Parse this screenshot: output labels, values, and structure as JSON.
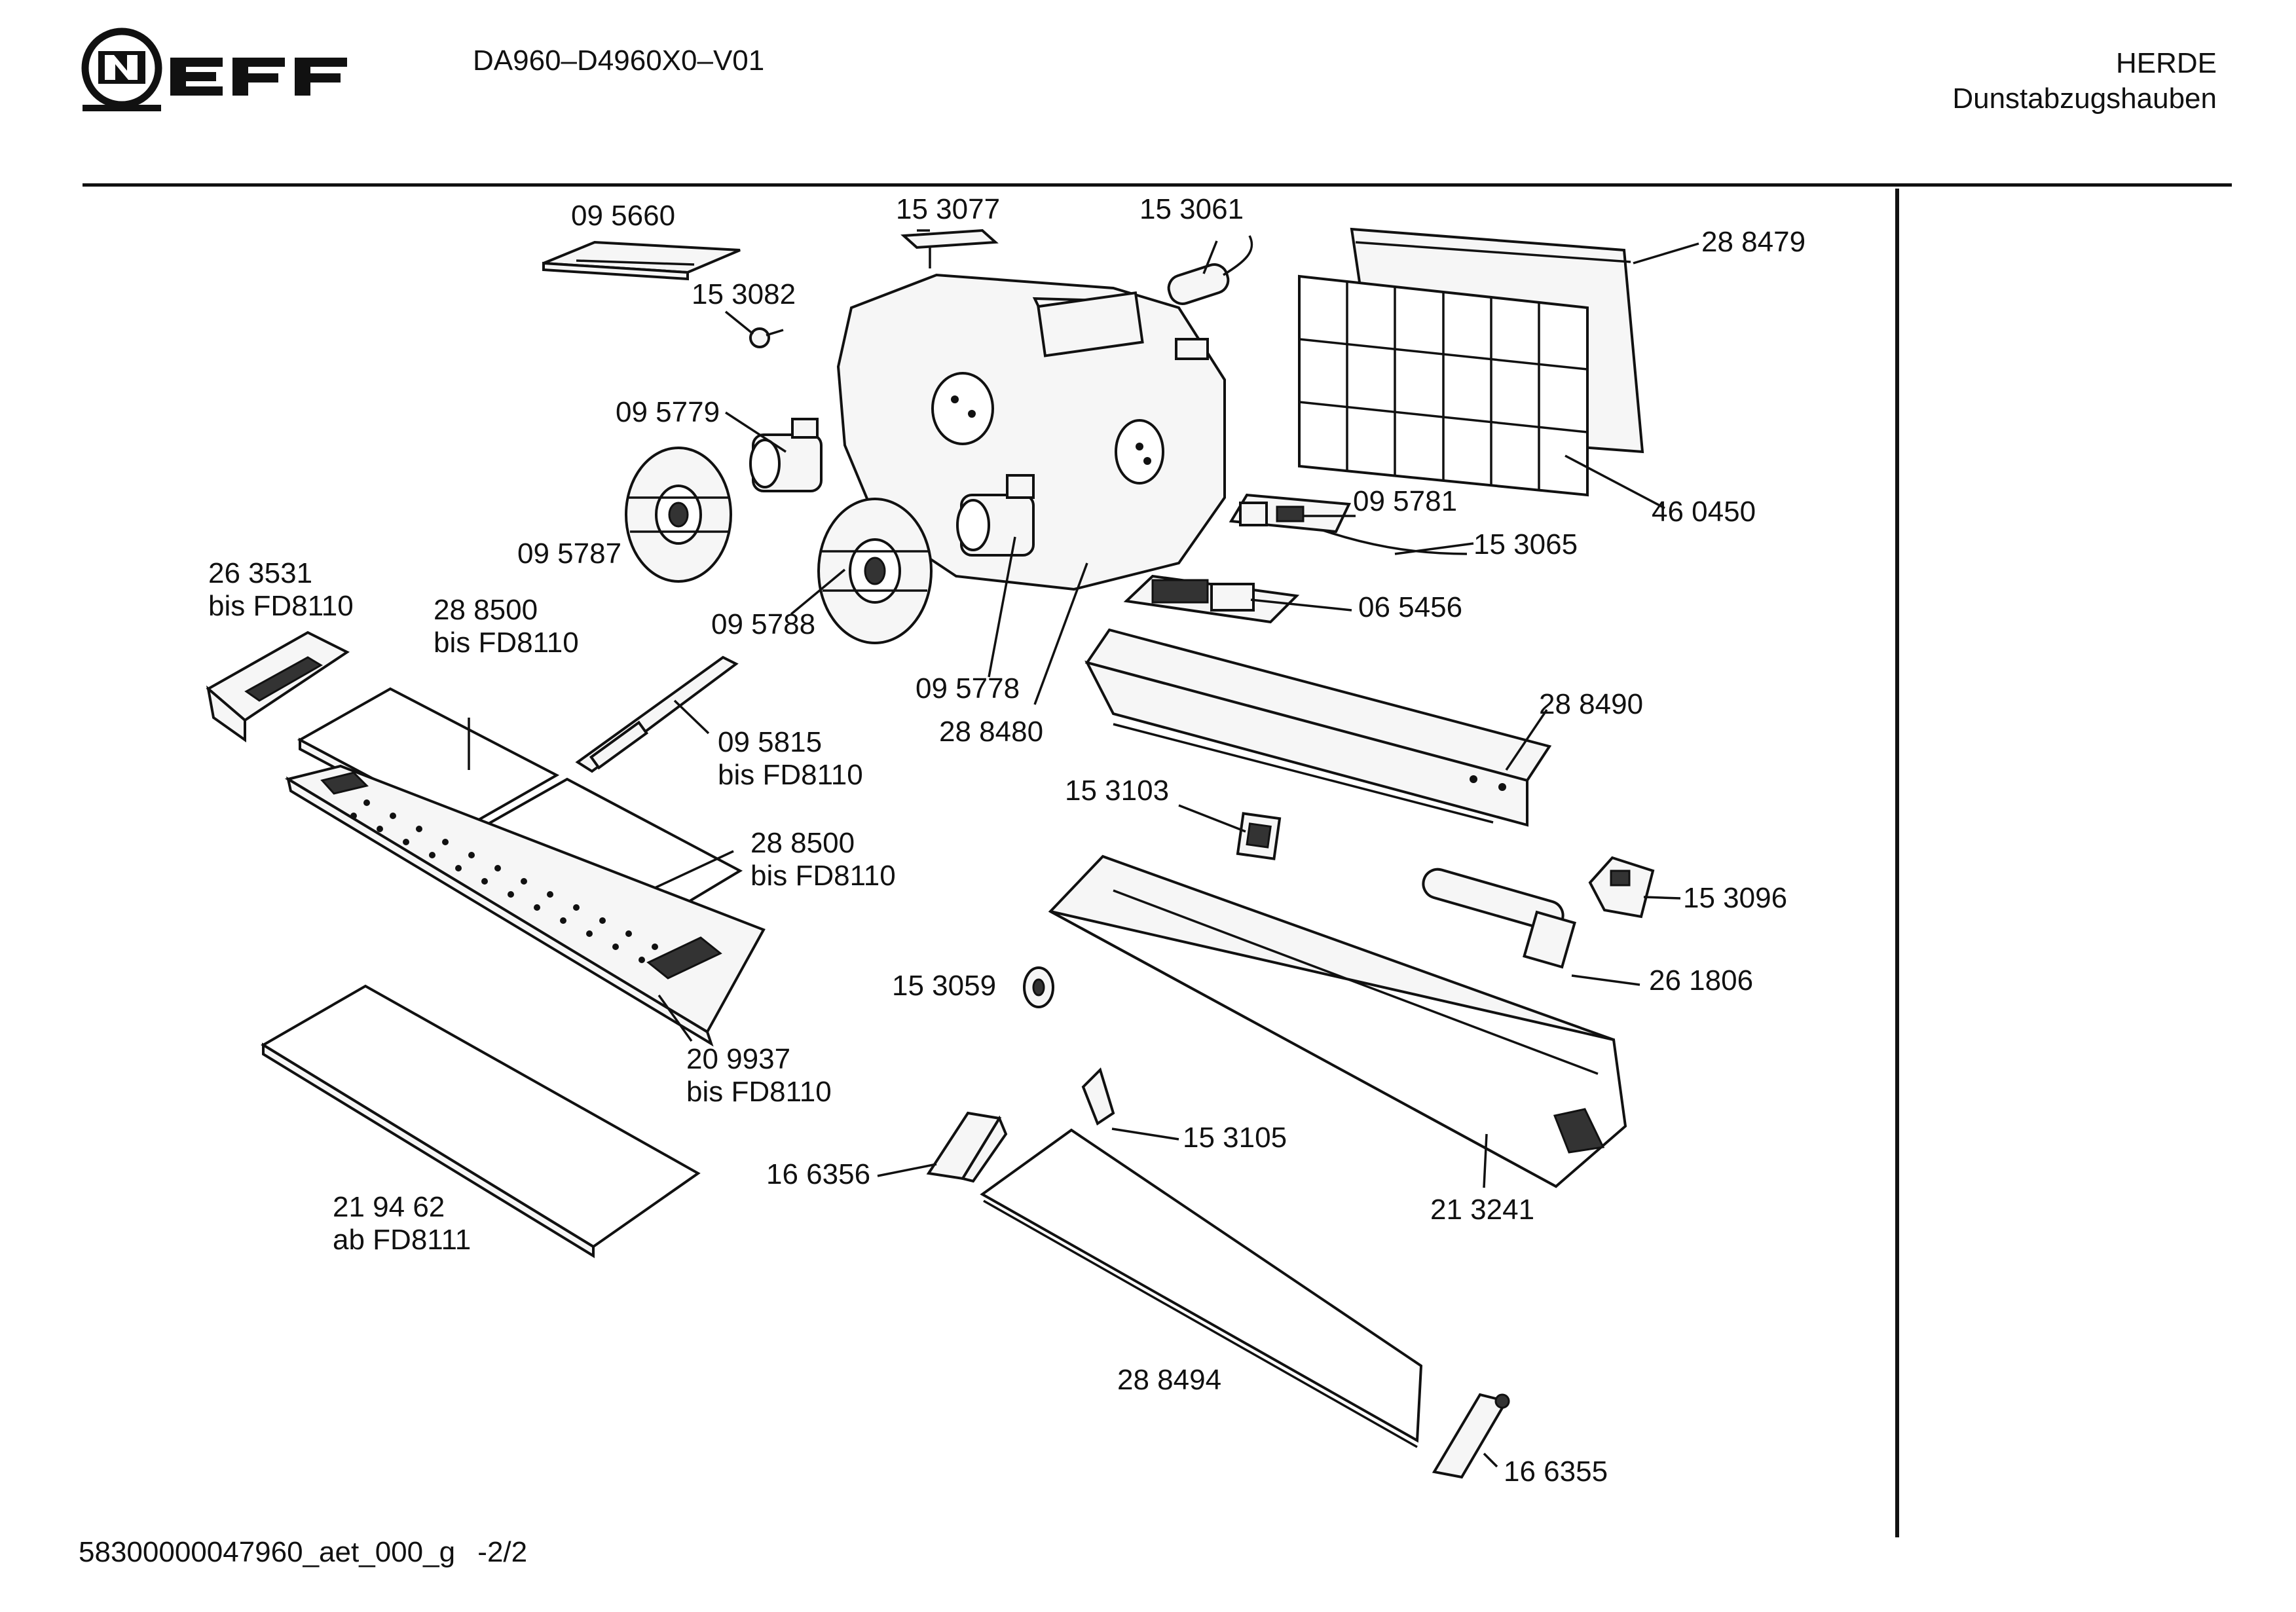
{
  "header": {
    "brand": "NEFF",
    "model_code": "DA960–D4960X0–V01",
    "category_line1": "HERDE",
    "category_line2": "Dunstabzugshauben"
  },
  "footer": {
    "document_id": "58300000047960_aet_000_g",
    "page": "-2/2"
  },
  "icons": {
    "brand_logo": "neff-logo"
  },
  "parts": [
    {
      "id": "095660",
      "number": "09 5660",
      "note": ""
    },
    {
      "id": "153077",
      "number": "15 3077",
      "note": ""
    },
    {
      "id": "153061",
      "number": "15 3061",
      "note": ""
    },
    {
      "id": "288479",
      "number": "28 8479",
      "note": ""
    },
    {
      "id": "153082",
      "number": "15 3082",
      "note": ""
    },
    {
      "id": "095779",
      "number": "09 5779",
      "note": ""
    },
    {
      "id": "095787",
      "number": "09 5787",
      "note": ""
    },
    {
      "id": "095781",
      "number": "09 5781",
      "note": ""
    },
    {
      "id": "460450",
      "number": "46 0450",
      "note": ""
    },
    {
      "id": "153065",
      "number": "15 3065",
      "note": ""
    },
    {
      "id": "263531",
      "number": "26 3531",
      "note": "bis FD8110"
    },
    {
      "id": "288500a",
      "number": "28 8500",
      "note": "bis FD8110"
    },
    {
      "id": "065456",
      "number": "06 5456",
      "note": ""
    },
    {
      "id": "095788",
      "number": "09 5788",
      "note": ""
    },
    {
      "id": "095778",
      "number": "09 5778",
      "note": ""
    },
    {
      "id": "288480",
      "number": "28 8480",
      "note": ""
    },
    {
      "id": "288490",
      "number": "28 8490",
      "note": ""
    },
    {
      "id": "095815",
      "number": "09 5815",
      "note": "bis FD8110"
    },
    {
      "id": "153103",
      "number": "15 3103",
      "note": ""
    },
    {
      "id": "288500b",
      "number": "28 8500",
      "note": "bis FD8110"
    },
    {
      "id": "153096",
      "number": "15 3096",
      "note": ""
    },
    {
      "id": "261806",
      "number": "26 1806",
      "note": ""
    },
    {
      "id": "153059",
      "number": "15 3059",
      "note": ""
    },
    {
      "id": "209937",
      "number": "20 9937",
      "note": "bis FD8110"
    },
    {
      "id": "153105",
      "number": "15 3105",
      "note": ""
    },
    {
      "id": "166356",
      "number": "16 6356",
      "note": ""
    },
    {
      "id": "213241",
      "number": "21 3241",
      "note": ""
    },
    {
      "id": "219462",
      "number": "21 94 62",
      "note": "ab FD8111"
    },
    {
      "id": "288494",
      "number": "28 8494",
      "note": ""
    },
    {
      "id": "166355",
      "number": "16 6355",
      "note": ""
    }
  ]
}
